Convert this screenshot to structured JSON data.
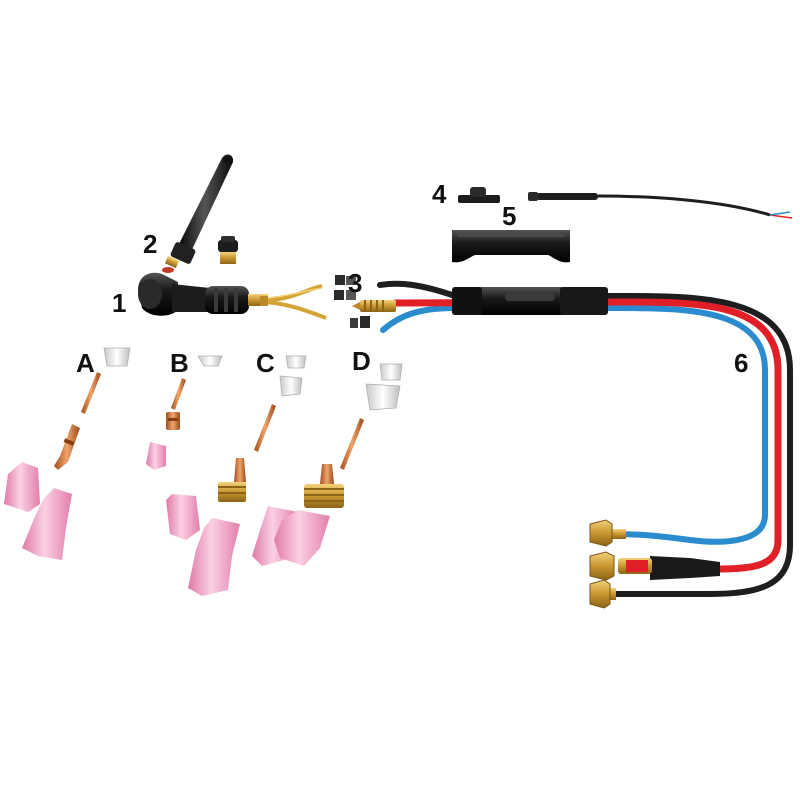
{
  "labels": {
    "torch_body": "1",
    "back_cap": "2",
    "fittings": "3",
    "switch_button": "4",
    "switch_cover": "5",
    "cable_assembly": "6",
    "kit_a": "A",
    "kit_b": "B",
    "kit_c": "C",
    "kit_d": "D"
  },
  "colors": {
    "cable_red": "#e01f26",
    "cable_blue": "#2a8ccf",
    "cable_black": "#1e1e1e",
    "nozzle_pink": "#f2a0c4",
    "brass": "#d4a437",
    "copper": "#c8733a"
  }
}
